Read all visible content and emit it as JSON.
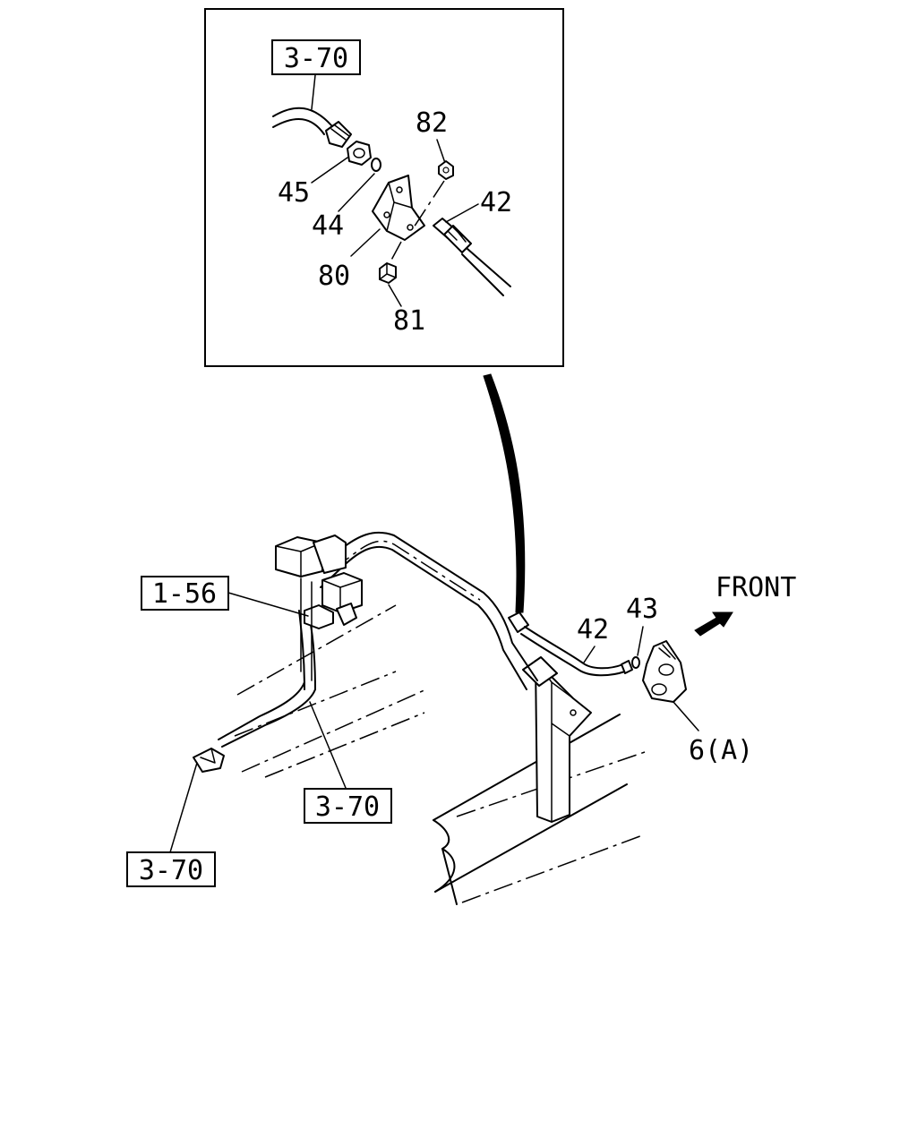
{
  "detail_view": {
    "ref_box": "3-70",
    "callouts": {
      "p82": "82",
      "p45": "45",
      "p42": "42",
      "p44": "44",
      "p80": "80",
      "p81": "81"
    }
  },
  "main_view": {
    "ref_box_left": "1-56",
    "ref_box_bottom_center": "3-70",
    "ref_box_bottom_left": "3-70",
    "callouts": {
      "p42": "42",
      "p43": "43",
      "p6a": "6(A)"
    },
    "direction_label": "FRONT"
  },
  "icons": {
    "front_arrow": "direction-arrow-icon"
  }
}
